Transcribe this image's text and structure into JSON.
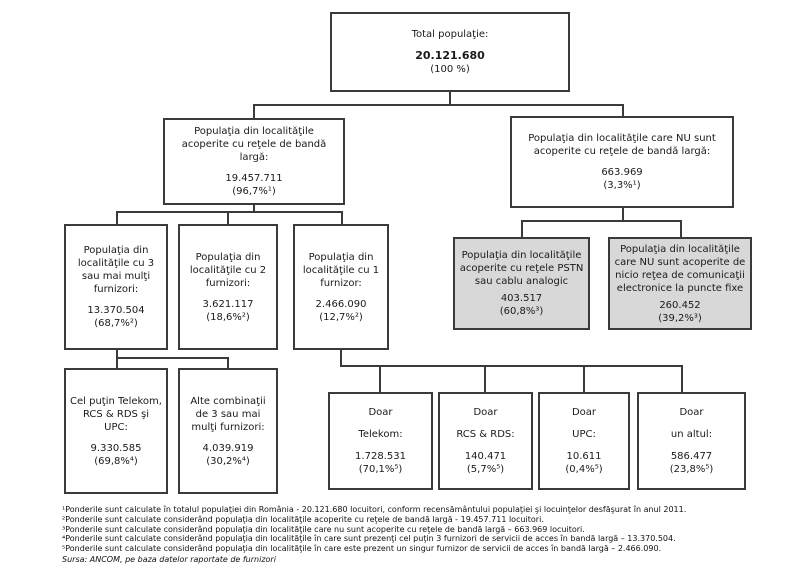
{
  "nodes": {
    "total": {
      "label": "Total populaţie:",
      "value": "20.121.680",
      "percent": "(100 %)"
    },
    "covered": {
      "label": "Populaţia din localităţile acoperite cu reţele de bandă largă:",
      "value": "19.457.711",
      "percent": "(96,7%¹)"
    },
    "not_covered": {
      "label": "Populaţia din localităţile care NU sunt acoperite cu reţele de bandă largă:",
      "value": "663.969",
      "percent": "(3,3%¹)"
    },
    "providers_3plus": {
      "label": "Populaţia din localităţile cu 3 sau mai mulţi furnizori:",
      "value": "13.370.504",
      "percent": "(68,7%²)"
    },
    "providers_2": {
      "label": "Populaţia din localităţile cu 2 furnizori:",
      "value": "3.621.117",
      "percent": "(18,6%²)"
    },
    "providers_1": {
      "label": "Populaţia din localităţile cu 1 furnizor:",
      "value": "2.466.090",
      "percent": "(12,7%²)"
    },
    "pstn_analog": {
      "label": "Populaţia din localităţile acoperite cu reţele PSTN sau cablu analogic",
      "value": "403.517",
      "percent": "(60,8%³)"
    },
    "no_fixed_network": {
      "label": "Populaţia din localităţile care NU sunt acoperite de nicio reţea de comunicaţii electronice la puncte fixe",
      "value": "260.452",
      "percent": "(39,2%³)"
    },
    "at_least_big3": {
      "label": "Cel puţin Telekom, RCS & RDS şi UPC:",
      "value": "9.330.585",
      "percent": "(69,8%⁴)"
    },
    "other_combinations": {
      "label": "Alte combinaţii de 3 sau mai mulţi furnizori:",
      "value": "4.039.919",
      "percent": "(30,2%⁴)"
    },
    "only_telekom": {
      "line1": "Doar",
      "line2": "Telekom:",
      "value": "1.728.531",
      "percent": "(70,1%⁵)"
    },
    "only_rcs_rds": {
      "line1": "Doar",
      "line2": "RCS & RDS:",
      "value": "140.471",
      "percent": "(5,7%⁵)"
    },
    "only_upc": {
      "line1": "Doar",
      "line2": "UPC:",
      "value": "10.611",
      "percent": "(0,4%⁵)"
    },
    "only_other": {
      "line1": "Doar",
      "line2": "un altul:",
      "value": "586.477",
      "percent": "(23,8%⁵)"
    }
  },
  "footnotes": [
    "¹Ponderile sunt calculate în totalul populaţiei din România - 20.121.680 locuitori, conform recensământului populaţiei şi locuinţelor desfăşurat în anul 2011.",
    "²Ponderile sunt calculate considerând populaţia din localităţile acoperite cu reţele de bandă largă - 19.457.711 locuitori.",
    "³Ponderile sunt calculate considerând populaţia din localităţile care nu sunt acoperite cu reţele de bandă largă – 663.969 locuitori.",
    "⁴Ponderile sunt calculate considerând populaţia din localităţile în care sunt prezenţi cel puţin 3 furnizori de servicii de acces în bandă largă – 13.370.504.",
    "⁵Ponderile sunt calculate considerând populaţia din localităţile în care este prezent un singur furnizor de servicii de acces în bandă largă – 2.466.090."
  ],
  "source": "Sursa: ANCOM, pe baza datelor raportate de furnizori",
  "colors": {
    "box_border": "#3a3a3a",
    "box_fill_default": "#ffffff",
    "box_fill_highlight": "#d8d8d8",
    "text": "#1a1a1a",
    "connector": "#3a3a3a"
  }
}
